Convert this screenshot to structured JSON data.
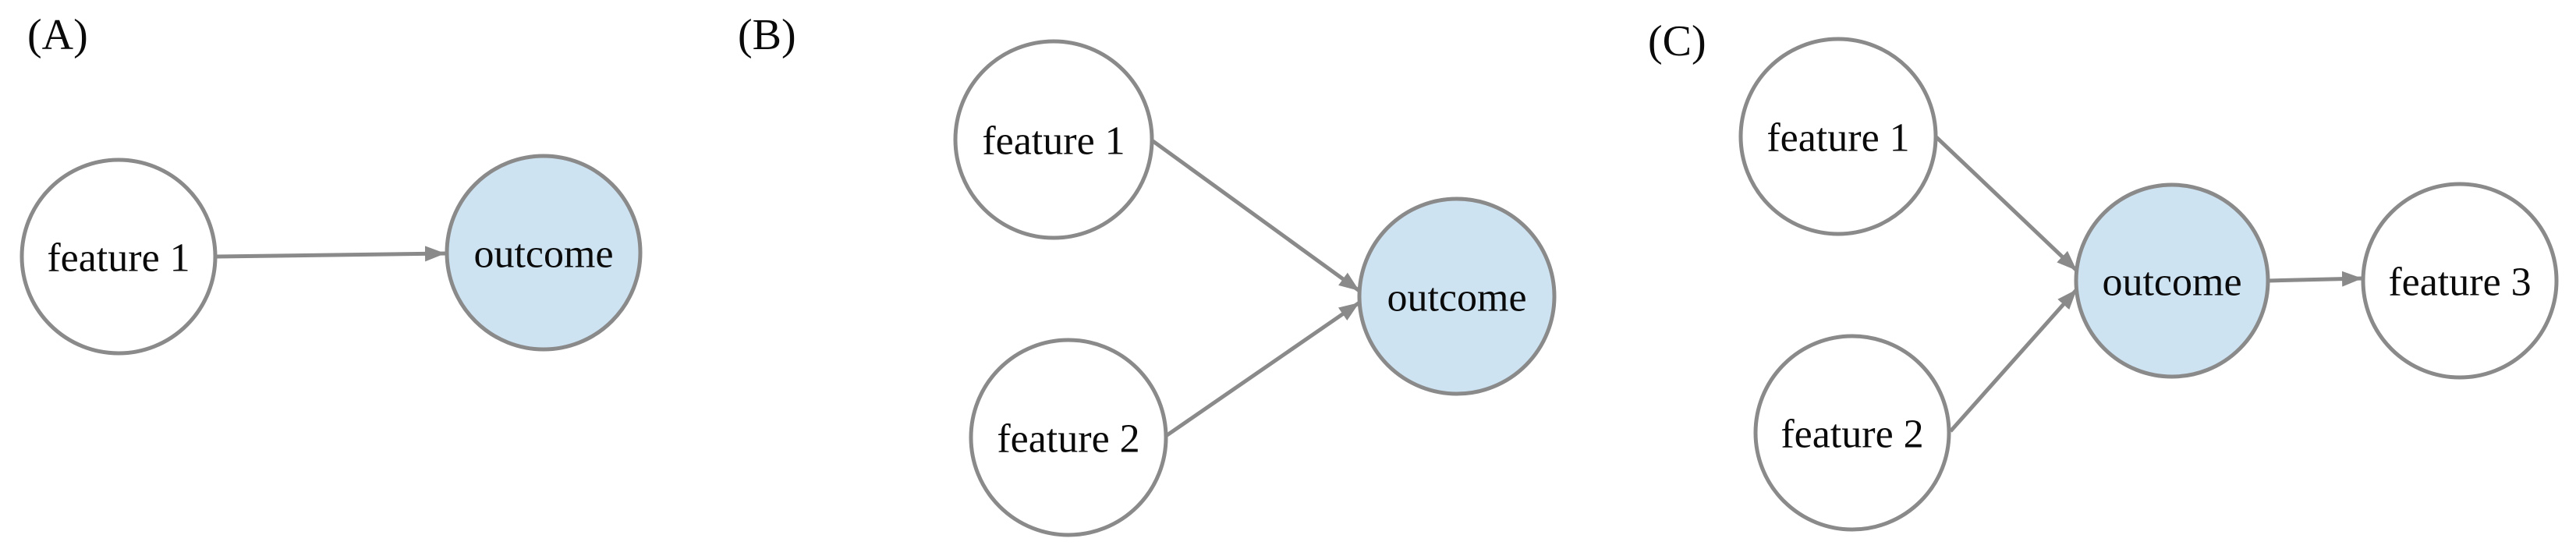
{
  "figure": {
    "colors": {
      "background": "#ffffff",
      "node_stroke": "#8a8a8a",
      "arrow": "#8a8a8a",
      "feature_fill": "#ffffff",
      "outcome_fill": "#cde3f2",
      "text": "#0a0a0a"
    },
    "panels": [
      {
        "label": "(A)",
        "nodes": [
          {
            "id": "feature1",
            "label": "feature 1",
            "type": "feature"
          },
          {
            "id": "outcome",
            "label": "outcome",
            "type": "outcome"
          }
        ],
        "edges": [
          {
            "from": "feature1",
            "to": "outcome"
          }
        ]
      },
      {
        "label": "(B)",
        "nodes": [
          {
            "id": "feature1",
            "label": "feature 1",
            "type": "feature"
          },
          {
            "id": "feature2",
            "label": "feature 2",
            "type": "feature"
          },
          {
            "id": "outcome",
            "label": "outcome",
            "type": "outcome"
          }
        ],
        "edges": [
          {
            "from": "feature1",
            "to": "outcome"
          },
          {
            "from": "feature2",
            "to": "outcome"
          }
        ]
      },
      {
        "label": "(C)",
        "nodes": [
          {
            "id": "feature1",
            "label": "feature 1",
            "type": "feature"
          },
          {
            "id": "feature2",
            "label": "feature 2",
            "type": "feature"
          },
          {
            "id": "outcome",
            "label": "outcome",
            "type": "outcome"
          },
          {
            "id": "feature3",
            "label": "feature 3",
            "type": "feature"
          }
        ],
        "edges": [
          {
            "from": "feature1",
            "to": "outcome"
          },
          {
            "from": "feature2",
            "to": "outcome"
          },
          {
            "from": "outcome",
            "to": "feature3"
          }
        ]
      }
    ]
  }
}
